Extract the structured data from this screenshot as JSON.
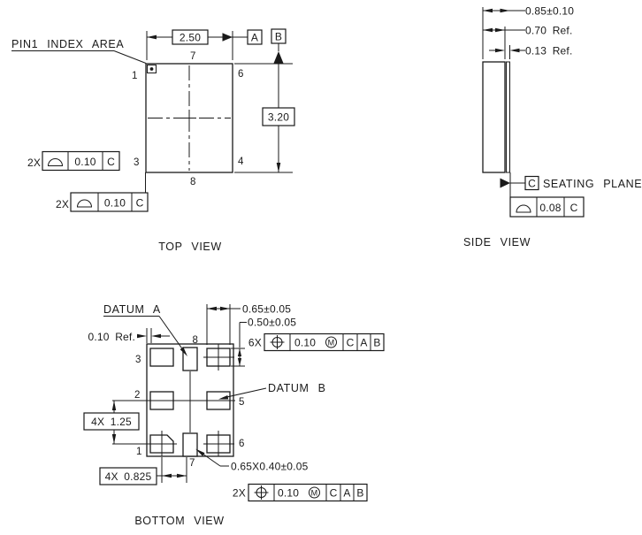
{
  "top_view": {
    "title": "TOP VIEW",
    "pin1_note": "PIN1 INDEX AREA",
    "width_dim": "2.50",
    "height_dim": "3.20",
    "datum_a": "A",
    "datum_b": "B",
    "pins": {
      "p1": "1",
      "p3": "3",
      "p4": "4",
      "p6": "6",
      "p7": "7",
      "p8": "8"
    },
    "fcf_left": {
      "qty": "2X",
      "symbol": "profile-of-surface",
      "tolerance": "0.10",
      "datum": "C"
    },
    "fcf_bottom": {
      "qty": "2X",
      "symbol": "profile-of-surface",
      "tolerance": "0.10",
      "datum": "C"
    }
  },
  "side_view": {
    "title": "SIDE VIEW",
    "total_height_dim": "0.85±0.10",
    "body_height_dim": "0.70 Ref.",
    "lid_height_dim": "0.13 Ref.",
    "seating_datum": "C",
    "seating_label": "SEATING PLANE",
    "fcf": {
      "symbol": "profile-of-surface",
      "tolerance": "0.08",
      "datum": "C"
    }
  },
  "bottom_view": {
    "title": "BOTTOM VIEW",
    "datum_a_note": "DATUM A",
    "datum_b_note": "DATUM B",
    "edge_offset_dim": "0.10 Ref.",
    "pad_width_dim": "0.65±0.05",
    "pad_height_dim": "0.50±0.05",
    "row_pitch_dim": "4X 1.25",
    "col_pitch_dim": "4X 0.825",
    "center_pad_dim": "0.65X0.40±0.05",
    "pins": {
      "p1": "1",
      "p2": "2",
      "p3": "3",
      "p5": "5",
      "p6": "6",
      "p7": "7",
      "p8": "8"
    },
    "fcf_pads": {
      "qty": "6X",
      "symbol": "position",
      "tolerance": "0.10",
      "modifier": "M",
      "datum1": "C",
      "datum2": "A",
      "datum3": "B"
    },
    "fcf_center": {
      "qty": "2X",
      "symbol": "position",
      "tolerance": "0.10",
      "modifier": "M",
      "datum1": "C",
      "datum2": "A",
      "datum3": "B"
    }
  }
}
